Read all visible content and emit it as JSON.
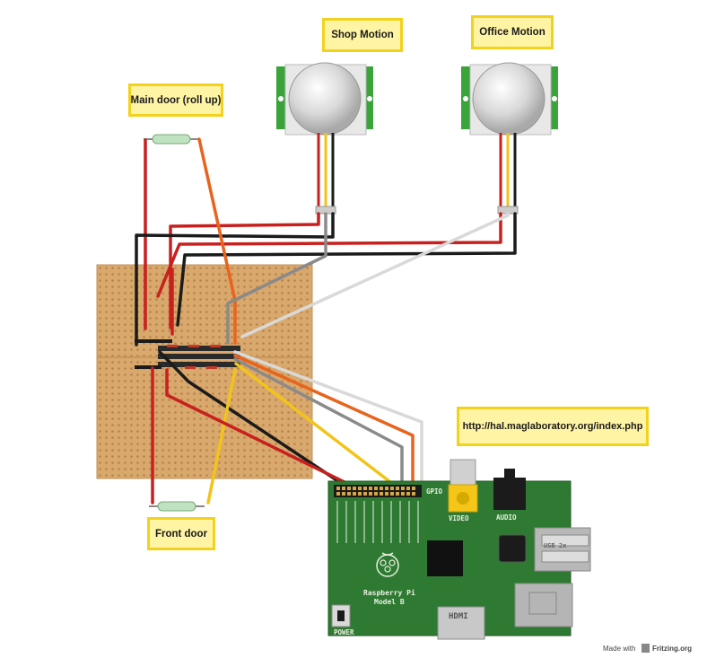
{
  "notes": {
    "shop_motion": "Shop Motion",
    "office_motion": "Office Motion",
    "main_door": "Main door (roll up)",
    "front_door": "Front door",
    "url": "http://hal.maglaboratory.org/index.php"
  },
  "pi": {
    "gpio": "GPIO",
    "video": "VIDEO",
    "audio": "AUDIO",
    "name": "Raspberry Pi",
    "model": "Model B",
    "hdmi": "HDMI",
    "power": "POWER",
    "usb": "USB 2x"
  },
  "footer": {
    "made_with": "Made with",
    "fritzing": "Fritzing.org"
  },
  "colors": {
    "stripboard": "#d9a86c",
    "pcb": "#2f7a33",
    "wire_red": "#c8201e",
    "wire_black": "#1b1b1b",
    "wire_orange": "#e8641e",
    "wire_yellow": "#f2c41a",
    "wire_gray": "#8a8a8a",
    "wire_white": "#d9d9d9",
    "note_fill": "#fff4a3",
    "note_border": "#f2d21d"
  }
}
